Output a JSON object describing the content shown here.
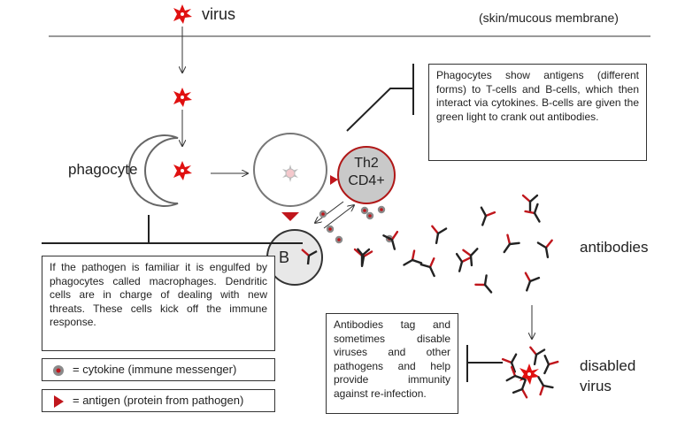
{
  "labels": {
    "virus": "virus",
    "skin": "(skin/mucous membrane)",
    "phagocyte": "phagocyte",
    "th2_line1": "Th2",
    "th2_line2": "CD4+",
    "b_cell": "B",
    "antibodies": "antibodies",
    "disabled_line1": "disabled",
    "disabled_line2": "virus"
  },
  "boxes": {
    "phagocytes_text": "Phagocytes show antigens (different forms) to T-cells and B-cells, which then interact via cytokines. B-cells are given the green light to crank out antibodies.",
    "pathogen_text": "If the pathogen is familiar it is engulfed by phagocytes called macrophages. Dendritic cells are in charge of dealing with new threats. These cells kick off the immune response.",
    "antibodies_text": "Antibodies tag and sometimes disable viruses and other pathogens and help provide immunity against re-infection."
  },
  "legend": {
    "cytokine": "= cytokine (immune messenger)",
    "antigen": "= antigen (protein from pathogen)"
  },
  "colors": {
    "virus_red": "#e01010",
    "antibody_red": "#c0161c",
    "cell_stroke": "#666666",
    "th2_fill": "#c9c9c9",
    "th2_stroke": "#b01818",
    "cytokine": "#8a8a8a"
  }
}
